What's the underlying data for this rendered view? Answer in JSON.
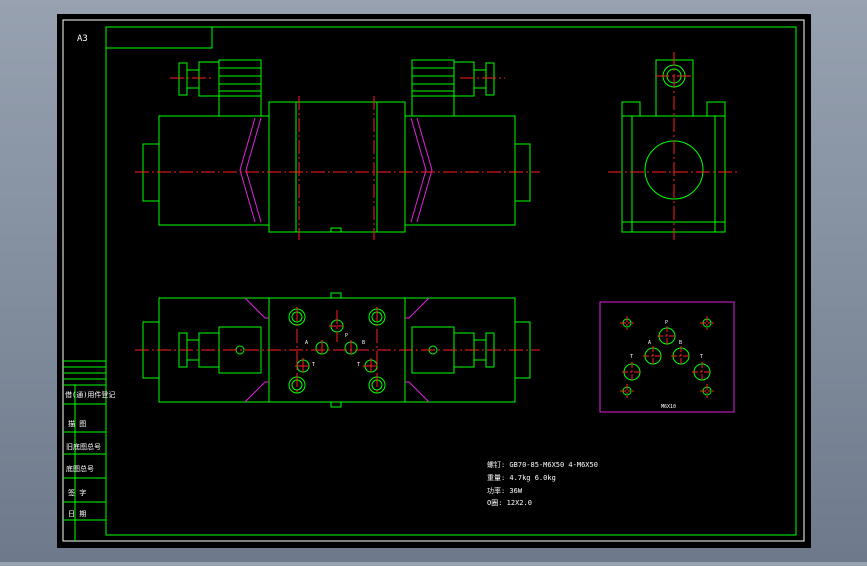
{
  "sheet": {
    "size_label": "A3"
  },
  "left_table": {
    "rows": [
      "借(通)用件登记",
      "描 图",
      "旧底图总号",
      "底图总号",
      "签 字",
      "日 期"
    ]
  },
  "notes": {
    "line1": "螺钉: GB70-85-M6X50 4-M6X50",
    "line2": "重量: 4.7kg 6.0kg",
    "line3": "功率: 36W",
    "line4": "O圈: 12X2.0"
  },
  "port_labels": {
    "P": "P",
    "A": "A",
    "B": "B",
    "T": "T"
  },
  "panel_label": "M6X10",
  "colors": {
    "background": "#000000",
    "outline": "#00ff00",
    "centerline": "#ff2020",
    "hidden": "#e020e0",
    "text": "#ffffff"
  }
}
